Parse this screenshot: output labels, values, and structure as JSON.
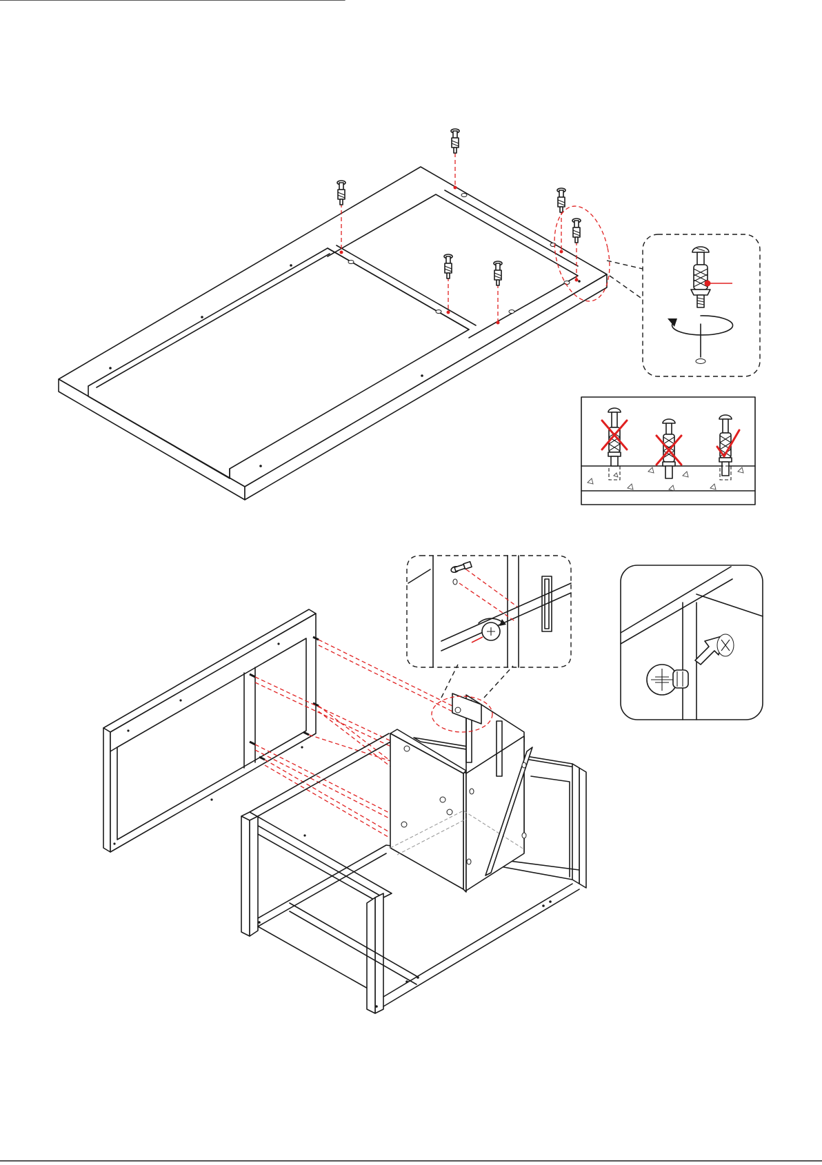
{
  "page": {
    "background": "#ffffff",
    "line_color": "#1a1a1a",
    "accent_color": "#e02020"
  },
  "steps": [
    {
      "id": "tabletop",
      "description_icons": [
        "cam-bolt-icon",
        "rotate-arrow-icon"
      ],
      "detail_callouts": [
        "cam-bolt-detail",
        "bolt-depth-check"
      ],
      "bolt_depth_check": {
        "cases": [
          {
            "mark": "cross-mark-icon"
          },
          {
            "mark": "cross-mark-icon"
          },
          {
            "mark": "check-mark-icon"
          }
        ]
      }
    },
    {
      "id": "frame-and-cabinet",
      "description_icons": [
        "cam-lock-icon",
        "insert-arrow-icon"
      ],
      "detail_callouts": [
        "cam-lock-detail",
        "cam-lock-insert-detail"
      ]
    }
  ]
}
